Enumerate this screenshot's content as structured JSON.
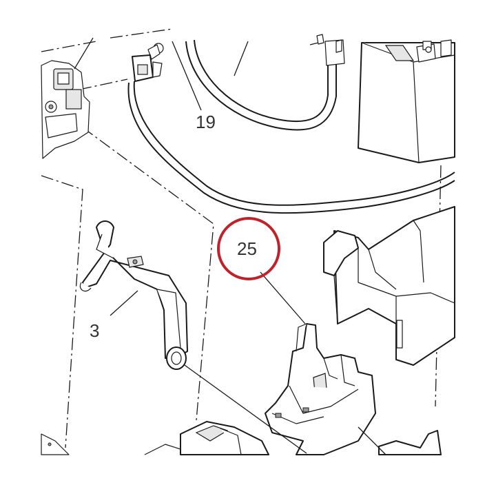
{
  "callouts": {
    "part_19": "19",
    "part_25": "25",
    "part_3": "3"
  },
  "colors": {
    "line": "#1a1a1a",
    "highlight_circle": "#c0212a",
    "label_text": "#333333",
    "background": "#ffffff"
  },
  "highlighted_part": "25"
}
